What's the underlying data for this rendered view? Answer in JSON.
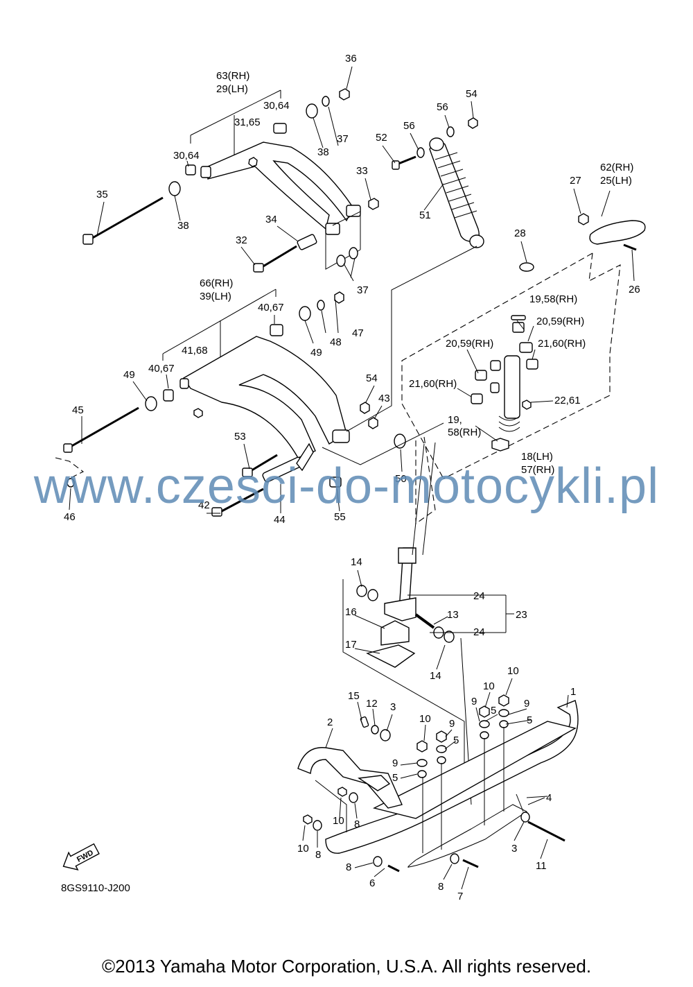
{
  "diagram": {
    "code": "8GS9110-J200",
    "fwd_label": "FWD",
    "copyright": "©2013 Yamaha Motor Corporation, U.S.A. All rights reserved.",
    "watermark": "www.czesci-do-motocykli.pl",
    "labels": [
      {
        "id": "l36",
        "text": "36"
      },
      {
        "id": "l63",
        "text": "63(RH)"
      },
      {
        "id": "l29",
        "text": "29(LH)"
      },
      {
        "id": "l3064a",
        "text": "30,64"
      },
      {
        "id": "l3165",
        "text": "31,65"
      },
      {
        "id": "l54a",
        "text": "54"
      },
      {
        "id": "l56a",
        "text": "56"
      },
      {
        "id": "l56b",
        "text": "56"
      },
      {
        "id": "l52",
        "text": "52"
      },
      {
        "id": "l37a",
        "text": "37"
      },
      {
        "id": "l38a",
        "text": "38"
      },
      {
        "id": "l3064b",
        "text": "30,64"
      },
      {
        "id": "l33",
        "text": "33"
      },
      {
        "id": "l35",
        "text": "35"
      },
      {
        "id": "l38b",
        "text": "38"
      },
      {
        "id": "l34",
        "text": "34"
      },
      {
        "id": "l51",
        "text": "51"
      },
      {
        "id": "l62",
        "text": "62(RH)"
      },
      {
        "id": "l25",
        "text": "25(LH)"
      },
      {
        "id": "l27",
        "text": "27"
      },
      {
        "id": "l32",
        "text": "32"
      },
      {
        "id": "l28",
        "text": "28"
      },
      {
        "id": "l26",
        "text": "26"
      },
      {
        "id": "l37b",
        "text": "37"
      },
      {
        "id": "l66",
        "text": "66(RH)"
      },
      {
        "id": "l39",
        "text": "39(LH)"
      },
      {
        "id": "l4067a",
        "text": "40,67"
      },
      {
        "id": "l1958a",
        "text": "19,58(RH)"
      },
      {
        "id": "l2059a",
        "text": "20,59(RH)"
      },
      {
        "id": "l2059b",
        "text": "20,59(RH)"
      },
      {
        "id": "l2160a",
        "text": "21,60(RH)"
      },
      {
        "id": "l48",
        "text": "48"
      },
      {
        "id": "l47",
        "text": "47"
      },
      {
        "id": "l49a",
        "text": "49"
      },
      {
        "id": "l4168",
        "text": "41,68"
      },
      {
        "id": "l4067b",
        "text": "40,67"
      },
      {
        "id": "l49b",
        "text": "49"
      },
      {
        "id": "l54b",
        "text": "54"
      },
      {
        "id": "l2160b",
        "text": "21,60(RH)"
      },
      {
        "id": "l43",
        "text": "43"
      },
      {
        "id": "l2261",
        "text": "22,61"
      },
      {
        "id": "l45",
        "text": "45"
      },
      {
        "id": "l19b",
        "text": "19,"
      },
      {
        "id": "l58b",
        "text": "58(RH)"
      },
      {
        "id": "l53",
        "text": "53"
      },
      {
        "id": "l18",
        "text": "18(LH)"
      },
      {
        "id": "l57",
        "text": "57(RH)"
      },
      {
        "id": "l50",
        "text": "50"
      },
      {
        "id": "l42",
        "text": "42"
      },
      {
        "id": "l46",
        "text": "46"
      },
      {
        "id": "l44",
        "text": "44"
      },
      {
        "id": "l55",
        "text": "55"
      },
      {
        "id": "l14a",
        "text": "14"
      },
      {
        "id": "l24a",
        "text": "24"
      },
      {
        "id": "l16",
        "text": "16"
      },
      {
        "id": "l13",
        "text": "13"
      },
      {
        "id": "l23",
        "text": "23"
      },
      {
        "id": "l24b",
        "text": "24"
      },
      {
        "id": "l17",
        "text": "17"
      },
      {
        "id": "l14b",
        "text": "14"
      },
      {
        "id": "l10a",
        "text": "10"
      },
      {
        "id": "l10b",
        "text": "10"
      },
      {
        "id": "l1",
        "text": "1"
      },
      {
        "id": "l15",
        "text": "15"
      },
      {
        "id": "l12",
        "text": "12"
      },
      {
        "id": "l3a",
        "text": "3"
      },
      {
        "id": "l9a",
        "text": "9"
      },
      {
        "id": "l9b",
        "text": "9"
      },
      {
        "id": "l5a",
        "text": "5"
      },
      {
        "id": "l5b",
        "text": "5"
      },
      {
        "id": "l2",
        "text": "2"
      },
      {
        "id": "l10c",
        "text": "10"
      },
      {
        "id": "l9c",
        "text": "9"
      },
      {
        "id": "l5c",
        "text": "5"
      },
      {
        "id": "l9d",
        "text": "9"
      },
      {
        "id": "l5d",
        "text": "5"
      },
      {
        "id": "l4",
        "text": "4"
      },
      {
        "id": "l10d",
        "text": "10"
      },
      {
        "id": "l8a",
        "text": "8"
      },
      {
        "id": "l10e",
        "text": "10"
      },
      {
        "id": "l8b",
        "text": "8"
      },
      {
        "id": "l3b",
        "text": "3"
      },
      {
        "id": "l11",
        "text": "11"
      },
      {
        "id": "l8c",
        "text": "8"
      },
      {
        "id": "l6",
        "text": "6"
      },
      {
        "id": "l8d",
        "text": "8"
      },
      {
        "id": "l7",
        "text": "7"
      }
    ]
  }
}
